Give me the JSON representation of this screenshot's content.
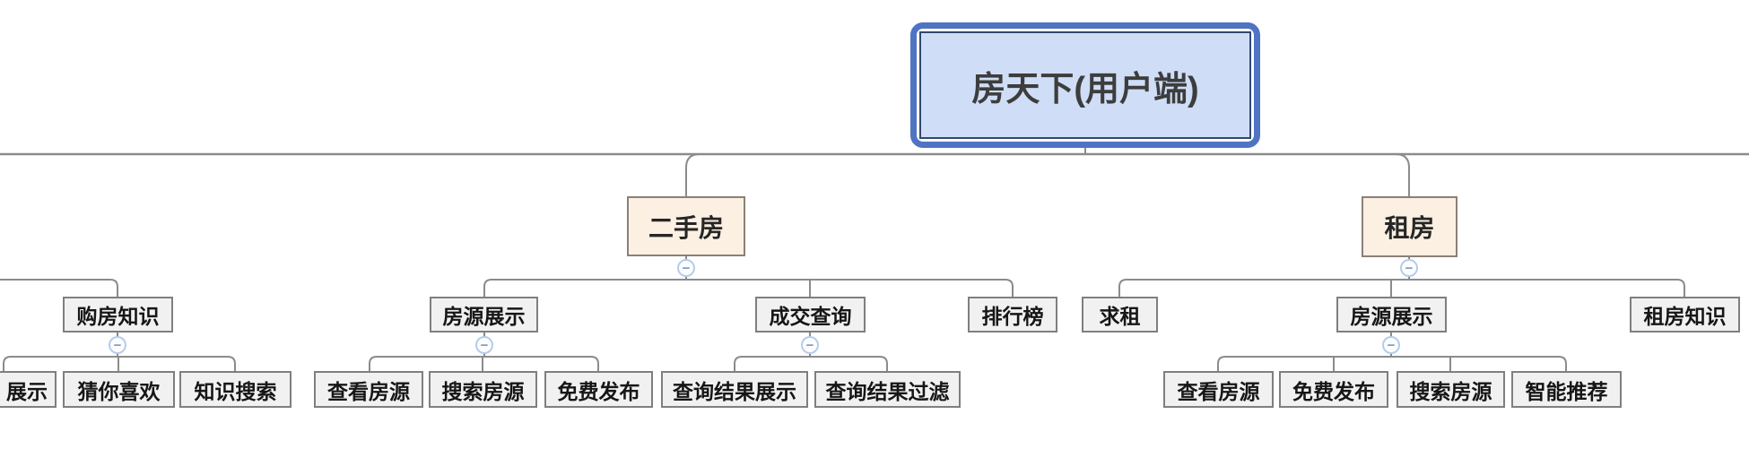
{
  "ui": {
    "collapse_glyph": "−"
  },
  "colors": {
    "background": "#ffffff",
    "root_fill": "#cfdef6",
    "root_outer_border": "#4e74c2",
    "root_inner_border": "#31486e",
    "root_text": "#3d3d3d",
    "level1_fill": "#fcf0e3",
    "level1_border": "#8a8076",
    "node_fill": "#f1f1f1",
    "node_border": "#7f7f7f",
    "node_text": "#161616",
    "connector": "#8b8b8b",
    "collapse_border": "#b5cde9",
    "collapse_glyph_color": "#7c98c4"
  },
  "mindmap": {
    "root": {
      "label": "房天下(用户端)"
    },
    "left_branch": {
      "parent": {
        "label": "购房知识"
      },
      "children": [
        {
          "label": "展示"
        },
        {
          "label": "猜你喜欢"
        },
        {
          "label": "知识搜索"
        }
      ]
    },
    "second_hand": {
      "parent": {
        "label": "二手房"
      },
      "children": [
        {
          "label": "房源展示",
          "children": [
            {
              "label": "查看房源"
            },
            {
              "label": "搜索房源"
            },
            {
              "label": "免费发布"
            }
          ]
        },
        {
          "label": "成交查询",
          "children": [
            {
              "label": "查询结果展示"
            },
            {
              "label": "查询结果过滤"
            }
          ]
        },
        {
          "label": "排行榜"
        }
      ]
    },
    "rental": {
      "parent": {
        "label": "租房"
      },
      "children": [
        {
          "label": "求租"
        },
        {
          "label": "房源展示",
          "children": [
            {
              "label": "查看房源"
            },
            {
              "label": "免费发布"
            },
            {
              "label": "搜索房源"
            },
            {
              "label": "智能推荐"
            }
          ]
        },
        {
          "label": "租房知识"
        }
      ]
    }
  }
}
